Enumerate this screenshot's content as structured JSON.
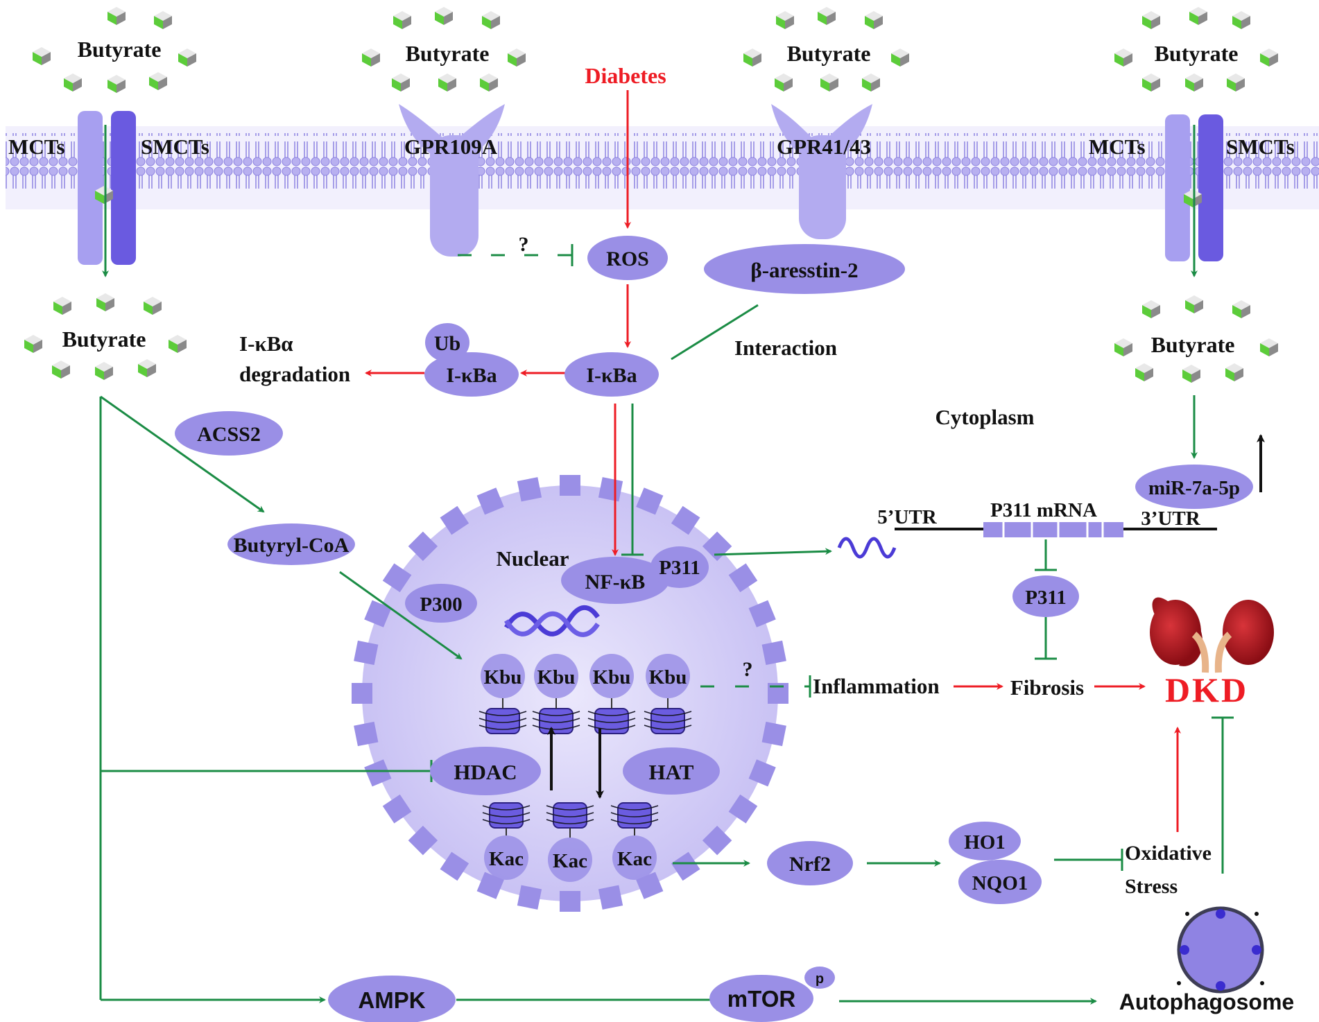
{
  "colors": {
    "membrane": "#a49bea",
    "node": "#9a8fe6",
    "nucleus": "#cfc9f5",
    "activation": "#ee1c24",
    "inhibition": "#1b8c45",
    "text": "#111111"
  },
  "icons": [
    "butyrate-cube-icon",
    "kidney-icon",
    "autophagosome-icon",
    "dna-helix-icon",
    "nucleosome-icon"
  ],
  "labels": {
    "butyrate": "Butyrate",
    "mcts": "MCTs",
    "smcts": "SMCTs",
    "gpr109a": "GPR109A",
    "gpr41_43": "GPR41/43",
    "diabetes": "Diabetes",
    "question": "?",
    "ros": "ROS",
    "beta_arrestin": "β-aresstin-2",
    "interaction": "Interaction",
    "ikba_deg_1": "I-κBα",
    "ikba_deg_2": "degradation",
    "ub": "Ub",
    "ikba": "I-κBa",
    "cytoplasm": "Cytoplasm",
    "acss2": "ACSS2",
    "butyryl_coa": "Butyryl-CoA",
    "nuclear": "Nuclear",
    "nfkb": "NF-κB",
    "p311": "P311",
    "p300": "P300",
    "kbu": "Kbu",
    "hdac": "HDAC",
    "hat": "HAT",
    "kac": "Kac",
    "utr5": "5’UTR",
    "p311_mrna": "P311 mRNA",
    "utr3": "3’UTR",
    "mir": "miR-7a-5p",
    "inflammation": "Inflammation",
    "fibrosis": "Fibrosis",
    "dkd": "DKD",
    "nrf2": "Nrf2",
    "ho1": "HO1",
    "nqo1": "NQO1",
    "oxidative": "Oxidative",
    "stress": "Stress",
    "ampk": "AMPK",
    "mtor": "mTOR",
    "p": "p",
    "autophagosome": "Autophagosome"
  }
}
